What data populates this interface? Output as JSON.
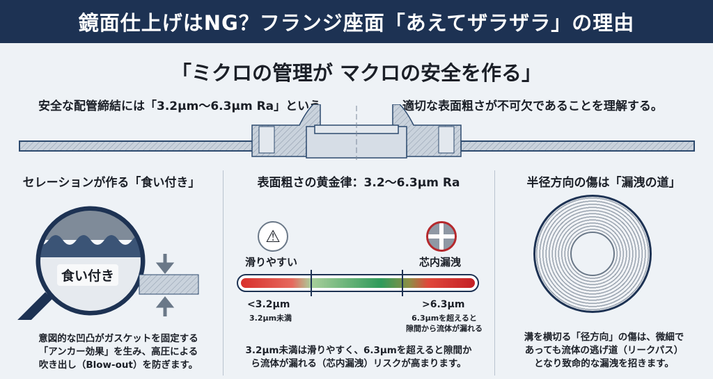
{
  "title": "鏡面仕上げはNG？フランジ座面「あえてザラザラ」の理由",
  "subtitle": "「ミクロの管理が マクロの安全を作る」",
  "lead_left": "安全な配管締結には「3.2µm〜6.3µm Ra」という",
  "lead_right": "適切な表面粗さが不可欠であることを理解する。",
  "left": {
    "heading": "セレーションが作る「食い付き」",
    "magnifier_label": "食い付き",
    "body": [
      "意図的な凹凸がガスケットを固定する",
      "「アンカー効果」を生み、高圧による",
      "吹き出し（Blow-out）を防ぎます。"
    ]
  },
  "center": {
    "heading": "表面粗さの黄金律：3.2〜6.3µm Ra",
    "left_label": "滑りやすい",
    "right_label": "芯内漏洩",
    "low_value": "<3.2µm",
    "low_note": "3.2µm未満",
    "high_value": ">6.3µm",
    "high_note": [
      "6.3µmを超えると",
      "隙間から流体が漏れる"
    ],
    "body": [
      "3.2µm未満は滑りやすく、6.3µmを超えると隙間か",
      "ら流体が漏れる（芯内漏洩）リスクが高まります。"
    ],
    "colors": {
      "bad": "#d8302c",
      "good": "#2f9a5a"
    }
  },
  "right": {
    "heading": "半径方向の傷は「漏洩の道」",
    "body": [
      "溝を横切る「径方向」の傷は、微細で",
      "あっても流体の逃げ道（リークパス）",
      "となり致命的な漏洩を招きます。"
    ]
  }
}
